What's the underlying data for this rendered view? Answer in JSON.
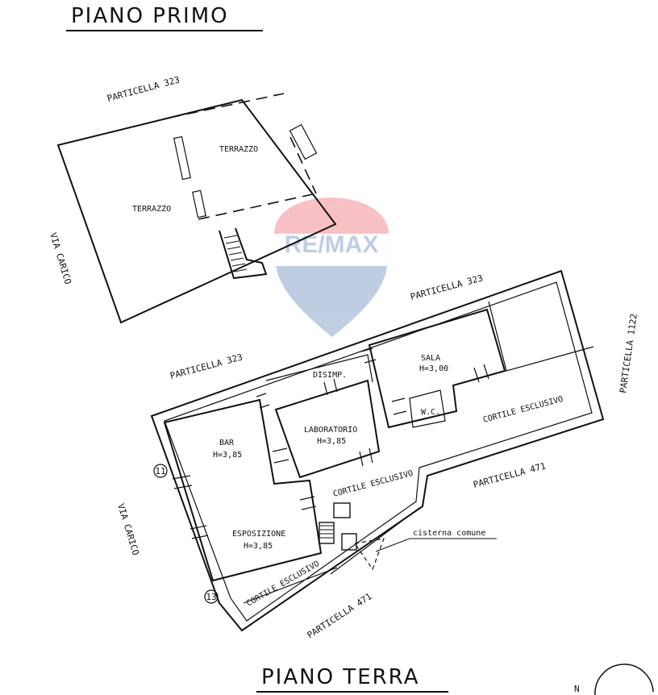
{
  "titles": {
    "first_floor": "PIANO PRIMO",
    "ground_floor": "PIANO TERRA"
  },
  "watermark": {
    "brand": "RE/MAX",
    "colors": {
      "red": "#e8202a",
      "blue": "#1c4f9c",
      "white": "#ffffff"
    }
  },
  "first_floor_labels": {
    "particella_top": "PARTICELLA 323",
    "via": "VIA CARICO",
    "terrazzo_1": "TERRAZZO",
    "terrazzo_2": "TERRAZZO"
  },
  "ground_floor_labels": {
    "particella_323_a": "PARTICELLA 323",
    "particella_323_b": "PARTICELLA 323",
    "particella_1122": "PARTICELLA 1122",
    "particella_471_a": "PARTICELLA 471",
    "particella_471_b": "PARTICELLA 471",
    "via": "VIA CARICO",
    "sala": "SALA",
    "sala_h": "H=3,00",
    "disimp": "DISIMP.",
    "wc": "W.C.",
    "cortile_1": "CORTILE ESCLUSIVO",
    "cortile_2": "CORTILE ESCLUSIVO",
    "cortile_3": "CORTILE ESCLUSIVO",
    "laboratorio": "LABORATORIO",
    "laboratorio_h": "H=3,85",
    "bar": "BAR",
    "bar_h": "H=3,85",
    "esposizione": "ESPOSIZIONE",
    "esposizione_h": "H=3,85",
    "cisterna": "cisterna comune",
    "civic_11": "11",
    "civic_13": "13"
  },
  "north": {
    "label": "N"
  }
}
